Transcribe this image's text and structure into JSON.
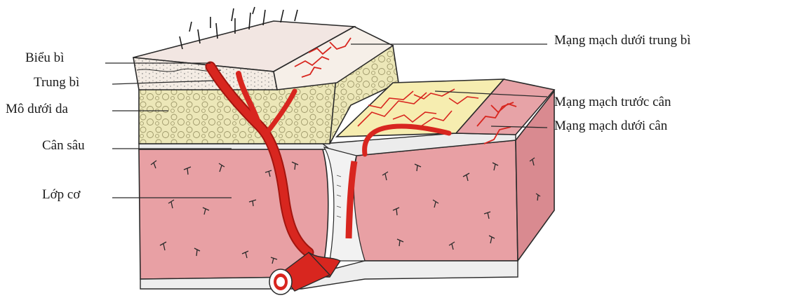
{
  "diagram": {
    "labels_left": {
      "bieu_bi": "Biểu bì",
      "trung_bi": "Trung bì",
      "mo_duoi_da": "Mô dưới da",
      "can_sau": "Cân sâu",
      "lop_co": "Lớp cơ"
    },
    "labels_right": {
      "mang_mach_duoi_trung_bi": "Mạng mạch dưới trung bì",
      "mang_mach_truoc_can": "Mạng mạch trước cân",
      "mang_mach_duoi_can": "Mạng mạch dưới cân"
    },
    "colors": {
      "muscle": "#e8a0a4",
      "muscle_side": "#d98a90",
      "fat": "#ece7b8",
      "fat_cell": "#c9c48e",
      "skin": "#f4ece4",
      "vessel": "#d8261f",
      "vessel_dark": "#a3150f",
      "fascia": "#ececec",
      "outline": "#2a2a2a"
    }
  }
}
